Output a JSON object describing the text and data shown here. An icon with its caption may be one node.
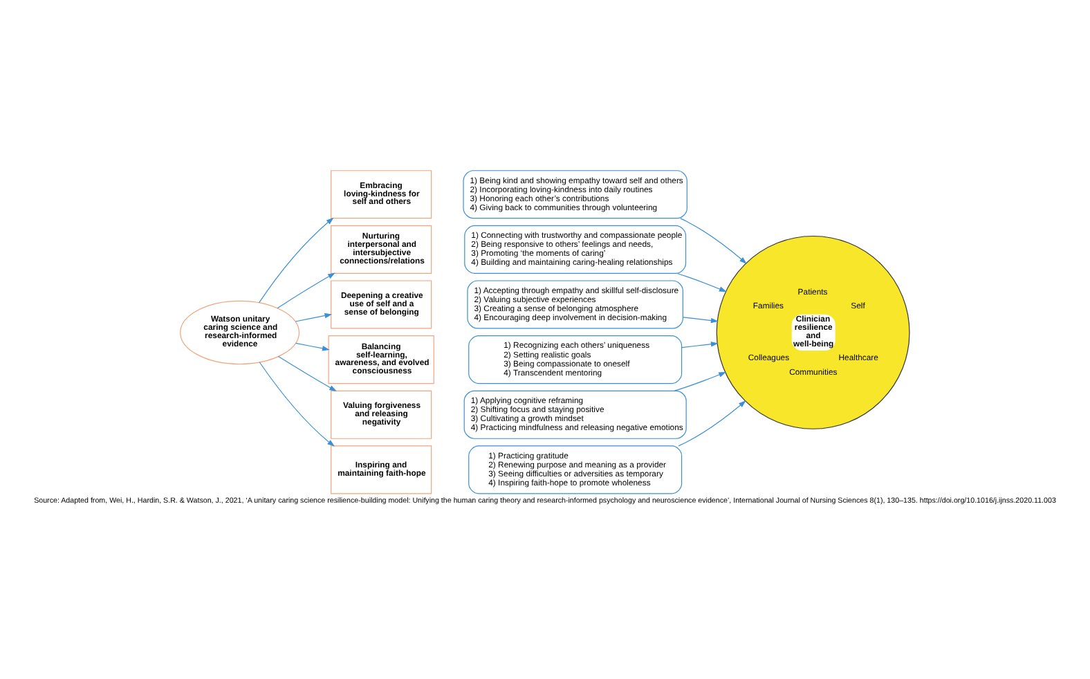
{
  "diagram": {
    "caption": "Source: Adapted from, Wei, H., Hardin, S.R. & Watson, J., 2021, ‘A unitary caring science resilience-building model: Unifying the human caring theory and research-informed psychology and neuroscience evidence’, International Journal of Nursing Sciences 8(1), 130–135. https://doi.org/10.1016/j.ijnss.2020.11.003",
    "nodes": [
      {
        "text": [
          "Watson unitary caring science and research-informed evidence"
        ]
      },
      {
        "text": [
          "Embracing loving-kindness for self and others"
        ]
      },
      {
        "text": [
          "Nurturing interpersonal and intersubjective connections/relations"
        ]
      },
      {
        "text": [
          "Deepening a creative use of self and a sense of belonging"
        ]
      },
      {
        "text": [
          "Balancing self-learning, awareness, and evolved consciousness"
        ]
      },
      {
        "text": [
          "Valuing forgiveness and releasing negativity"
        ]
      },
      {
        "text": [
          "Inspiring and maintaining faith-hope"
        ]
      },
      {
        "text": [
          "1) Being kind and showing empathy toward self and others",
          "2) Incorporating loving-kindness into daily routines",
          "3) Honoring each other’s contributions",
          "4) Giving back to communities through volunteering"
        ]
      },
      {
        "text": [
          "1) Connecting with trustworthy and compassionate people",
          "2) Being responsive to others’ feelings and needs,",
          "3) Promoting ‘the moments of caring’",
          "4) Building and maintaining caring-healing relationships"
        ]
      },
      {
        "text": [
          "1) Accepting through empathy and skillful self-disclosure",
          "2) Valuing subjective experiences",
          "3) Creating a sense of belonging atmosphere",
          "4) Encouraging deep involvement in decision-making"
        ]
      },
      {
        "text": [
          "1) Recognizing each others’ uniqueness",
          "2) Setting realistic goals",
          "3) Being compassionate to oneself",
          "4) Transcendent mentoring"
        ]
      },
      {
        "text": [
          "1) Applying cognitive reframing",
          "2) Shifting focus and staying positive",
          "3) Cultivating a growth mindset",
          "4) Practicing mindfulness and releasing negative emotions"
        ]
      },
      {
        "text": [
          "1) Practicing gratitude",
          "2) Renewing purpose and meaning as a provider",
          "3) Seeing difficulties or adversities as temporary",
          "4) Inspiring faith-hope to promote wholeness"
        ]
      },
      {
        "text": [
          "Patients",
          "Families",
          "Self",
          "Clinician resilience and well-being",
          "Colleagues",
          "Healthcare",
          "Communities"
        ]
      }
    ],
    "edges": [
      {
        "from": 0,
        "to": 1,
        "arrow": "to"
      },
      {
        "from": 0,
        "to": 2,
        "arrow": "to"
      },
      {
        "from": 0,
        "to": 3,
        "arrow": "to"
      },
      {
        "from": 0,
        "to": 4,
        "arrow": "to"
      },
      {
        "from": 0,
        "to": 5,
        "arrow": "to"
      },
      {
        "from": 0,
        "to": 6,
        "arrow": "to"
      },
      {
        "from": 7,
        "to": 13,
        "arrow": "to"
      },
      {
        "from": 8,
        "to": 13,
        "arrow": "to"
      },
      {
        "from": 9,
        "to": 13,
        "arrow": "to"
      },
      {
        "from": 10,
        "to": 13,
        "arrow": "to"
      },
      {
        "from": 11,
        "to": 13,
        "arrow": "to"
      },
      {
        "from": 12,
        "to": 13,
        "arrow": "to"
      }
    ]
  }
}
